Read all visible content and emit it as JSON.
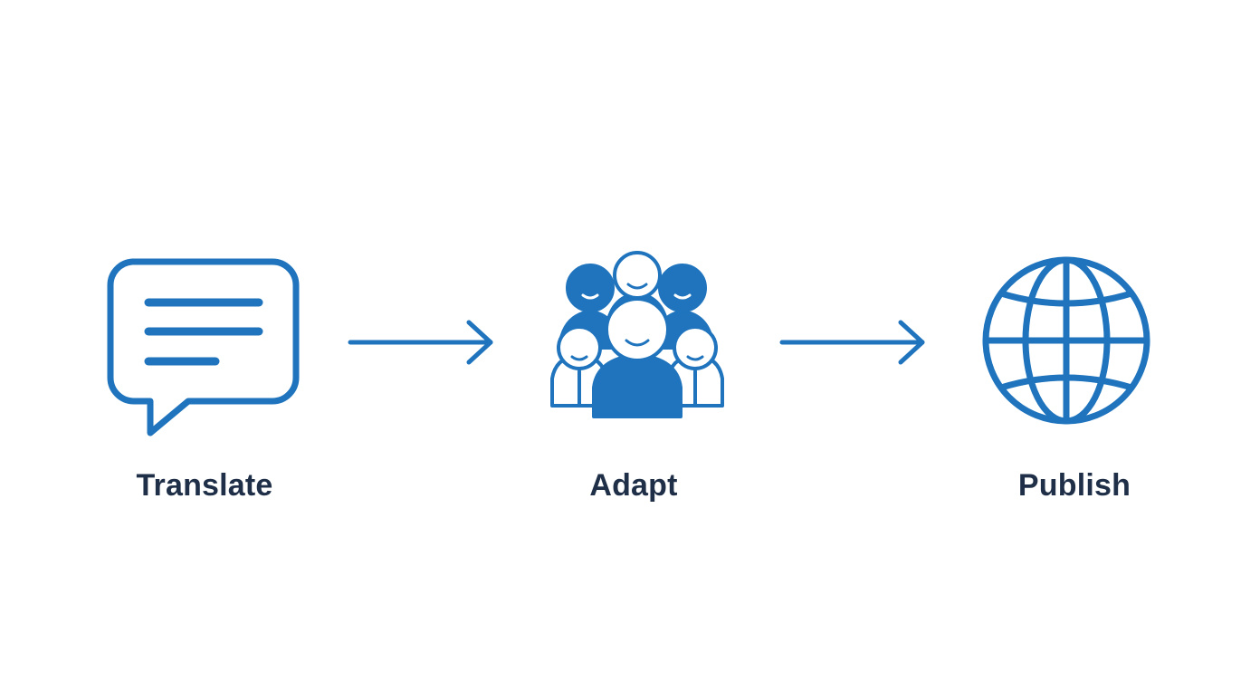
{
  "colors": {
    "icon_blue": "#1f74bd",
    "label_dark": "#1e2f47",
    "background": "#ffffff"
  },
  "steps": [
    {
      "label": "Translate",
      "icon": "speech-bubble-icon"
    },
    {
      "label": "Adapt",
      "icon": "people-group-icon"
    },
    {
      "label": "Publish",
      "icon": "globe-icon"
    }
  ],
  "connectors": [
    "arrow-right-icon",
    "arrow-right-icon"
  ]
}
